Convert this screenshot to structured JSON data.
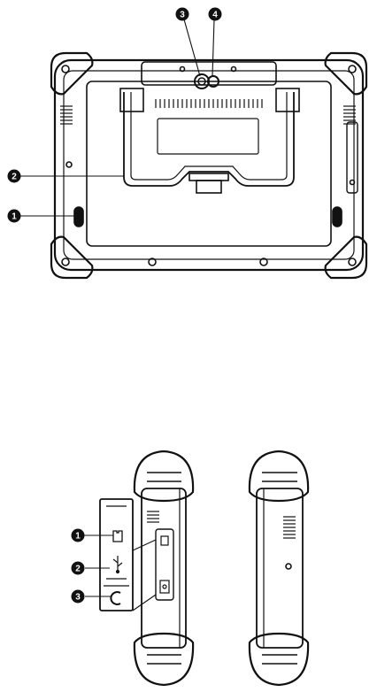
{
  "callouts_back": {
    "camera": "3",
    "flash": "4",
    "kickstand": "2",
    "speaker": "1"
  },
  "callouts_side": {
    "sd_slot": "1",
    "usb_port": "2",
    "headset_jack": "3"
  },
  "icons": {
    "usb": "usb-icon",
    "sd": "sd-card-icon",
    "headset": "headset-jack-icon"
  },
  "colors": {
    "outline": "#111111",
    "callout_fill": "#111111",
    "background": "#ffffff"
  }
}
